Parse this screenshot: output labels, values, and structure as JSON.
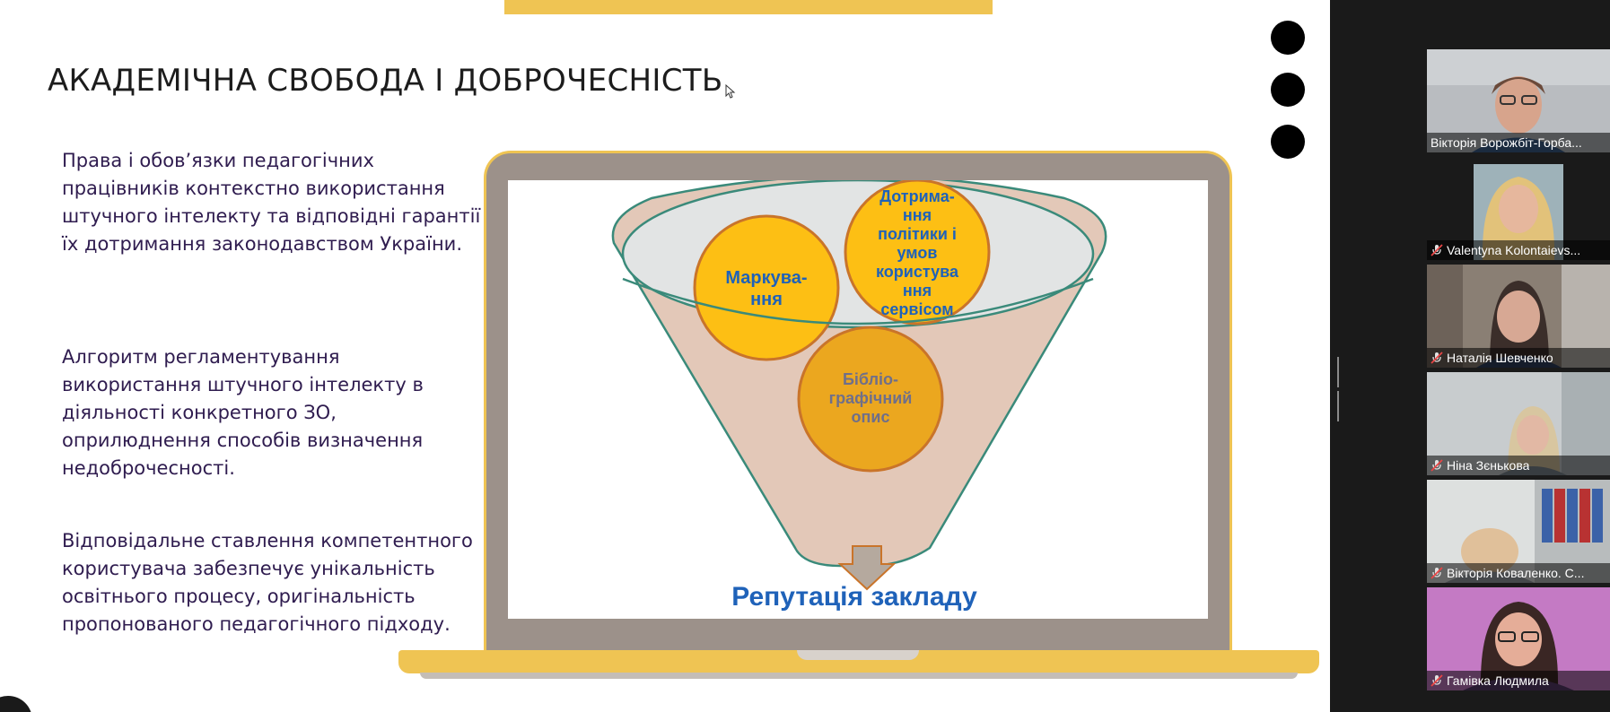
{
  "slide": {
    "title": "АКАДЕМІЧНА СВОБОДА І ДОБРОЧЕСНІСТЬ",
    "paragraphs": [
      "Права і обов’язки педагогічних працівників контекстно використання штучного інтелекту та відповідні гарантії їх дотримання законодавством України.",
      "Алгоритм регламентування використання штучного інтелекту в діяльності конкретного ЗО, оприлюднення способів визначення недоброчесності.",
      "Відповідальне ставлення компетентного користувача забезпечує унікальність освітнього процесу, оригінальність пропонованого педагогічного підходу."
    ],
    "funnel": {
      "circle_left": [
        "Маркува-",
        "ння"
      ],
      "circle_right": [
        "Дотрима-",
        "ння",
        "політики і",
        "умов",
        "користува",
        "ння",
        "сервісом"
      ],
      "circle_bottom": [
        "Бібліо-",
        "графічний",
        "опис"
      ],
      "result": "Репутація закладу"
    },
    "colors": {
      "accent_yellow": "#efc453",
      "text_purple": "#2f1c4f",
      "funnel_blue": "#1f62b9"
    }
  },
  "participants": [
    {
      "name": "Вікторія Ворожбіт-Горба...",
      "muted": false,
      "active": true
    },
    {
      "name": "Valentyna Kolontaievs...",
      "muted": true,
      "active": false
    },
    {
      "name": "Наталія Шевченко",
      "muted": true,
      "active": false
    },
    {
      "name": "Ніна Зєнькова",
      "muted": true,
      "active": false
    },
    {
      "name": "Вікторія Коваленко. С...",
      "muted": true,
      "active": false
    },
    {
      "name": "Гамівка Людмила",
      "muted": true,
      "active": false
    }
  ],
  "icons": {
    "mute": "mic-off-icon",
    "cursor": "cursor-icon",
    "splitter": "drag-handle-icon"
  }
}
